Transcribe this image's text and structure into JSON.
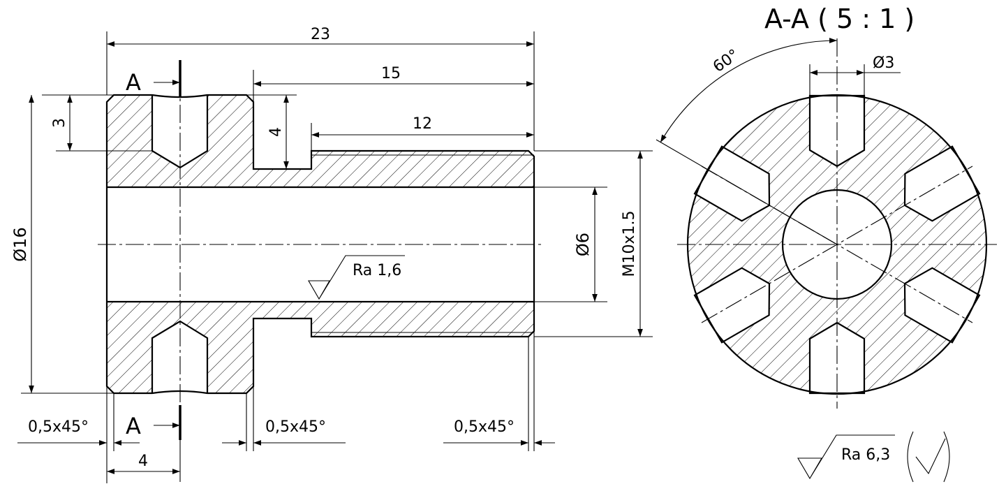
{
  "view_labels": {
    "cut_top": "A",
    "cut_bottom": "A",
    "section_title": "A-A ( 5 : 1 )"
  },
  "dimensions": {
    "overall_length": "23",
    "length_15": "15",
    "length_12": "12",
    "depth_3": "3",
    "depth_4": "4",
    "outer_diameter": "Ø16",
    "bore_diameter": "Ø6",
    "thread": "M10x1.5",
    "chamfer_left": "0,5x45°",
    "chamfer_middle": "0,5x45°",
    "chamfer_right": "0,5x45°",
    "hole_offset_4": "4",
    "angle_60": "60°",
    "hole_diameter": "Ø3"
  },
  "surface": {
    "bore_roughness": "Ra 1,6",
    "general_roughness": "Ra 6,3"
  }
}
